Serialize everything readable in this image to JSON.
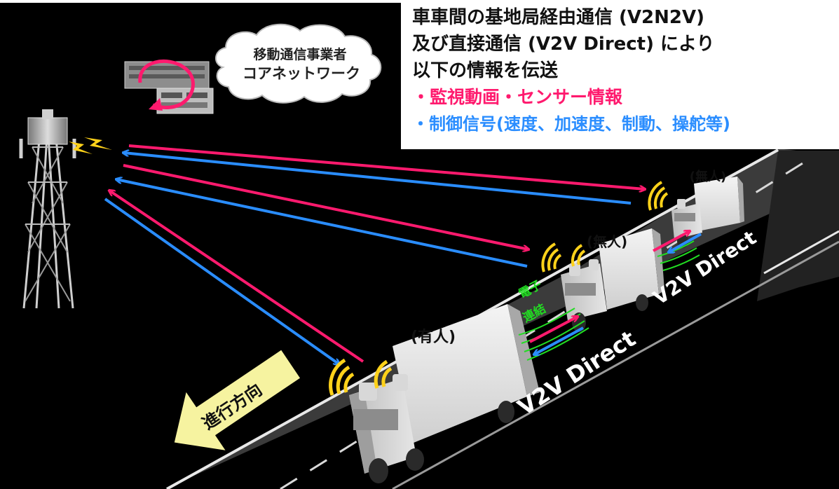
{
  "colors": {
    "background": "#000000",
    "road": "#3a3a3a",
    "lane_marking": "#ffffff",
    "arrow_red": "#ff1a6e",
    "arrow_blue": "#2a8dff",
    "highlight_green": "#22dd22",
    "direction_arrow": "#f6f3a0",
    "signal_yellow": "#ffd21a"
  },
  "infobox": {
    "line1": "車車間の基地局経由通信 (V2N2V)",
    "line2": "及び直接通信 (V2V Direct) により",
    "line3": "以下の情報を伝送",
    "bullet_red": "・監視動画・センサー情報",
    "bullet_blue": "・制御信号(速度、加速度、制動、操舵等)"
  },
  "core_network": {
    "line1": "移動通信事業者",
    "line2": "コアネットワーク"
  },
  "labels": {
    "truck_manned": "(有人)",
    "truck_unmanned_mid": "(無人)",
    "truck_unmanned_far": "(無人)",
    "ecoupling_1": "電子",
    "ecoupling_2": "連結",
    "v2v_1": "V2V Direct",
    "v2v_2": "V2V Direct",
    "direction": "進行方向"
  }
}
